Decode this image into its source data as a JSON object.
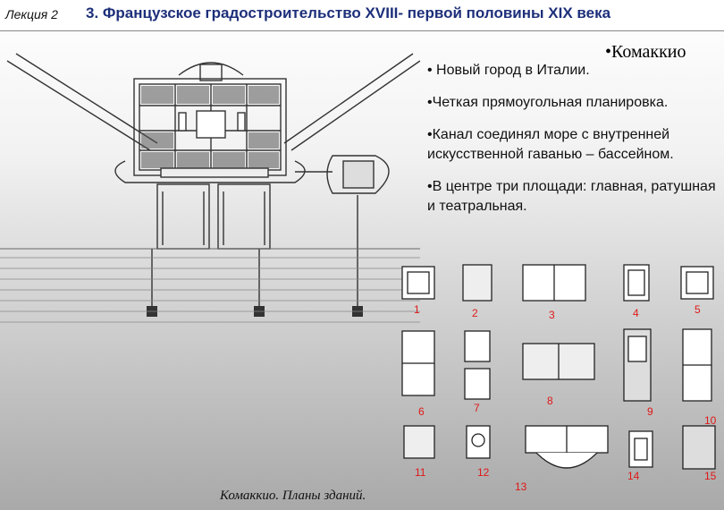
{
  "header": {
    "lecture": "Лекция 2",
    "title": "3. Французское градостроительство XVIII- первой половины XIX века"
  },
  "content": {
    "place_title": "•Комаккио",
    "bullets": [
      "• Новый город в Италии.",
      "•Четкая прямоугольная планировка.",
      "•Канал соединял море с внутренней искусственной гаванью – бассейном.",
      "•В центре три площади: главная, ратушная и театральная."
    ]
  },
  "plans": {
    "numbers": [
      "1",
      "2",
      "3",
      "4",
      "5",
      "6",
      "7",
      "8",
      "9",
      "10",
      "11",
      "12",
      "13",
      "14",
      "15"
    ]
  },
  "caption": "Комаккио. Планы зданий.",
  "colors": {
    "title": "#1d2f7a",
    "plan_numbers": "#e01818",
    "drawing": "#222222"
  }
}
